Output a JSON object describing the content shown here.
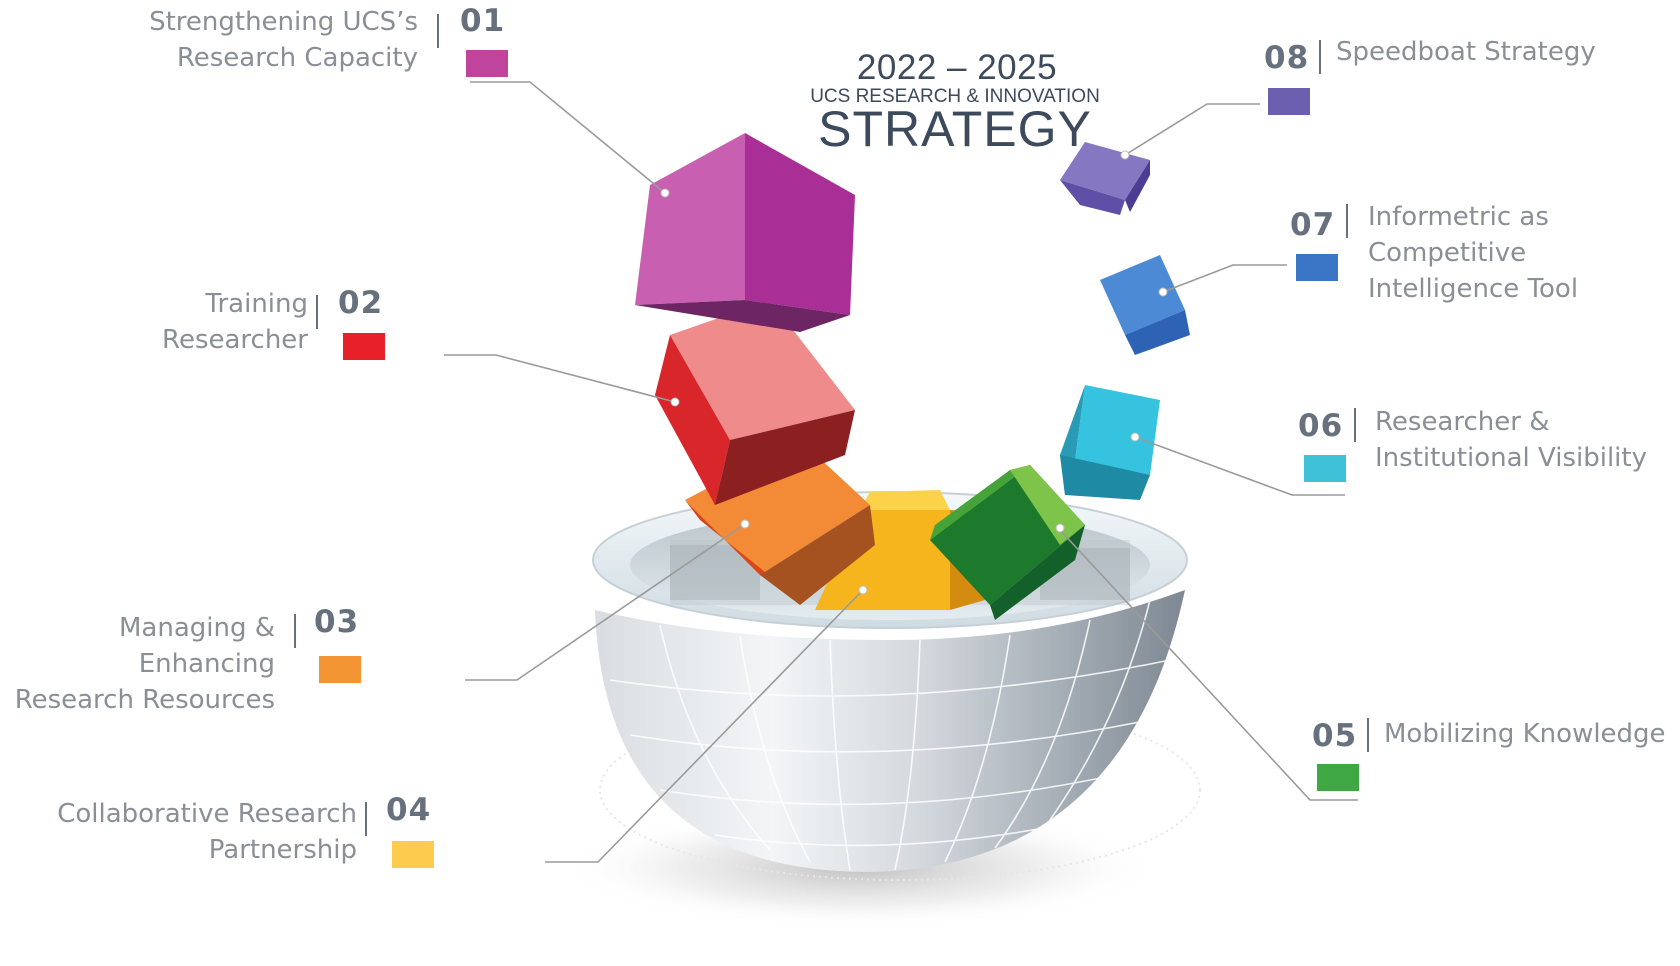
{
  "title": {
    "years": "2022 – 2025",
    "subtitle": "UCS RESEARCH & INNOVATION",
    "main": "STRATEGY"
  },
  "items": [
    {
      "number": "01",
      "lines": [
        "Strengthening UCS’s",
        "Research Capacity"
      ],
      "color": "#c0449c"
    },
    {
      "number": "02",
      "lines": [
        "Training",
        "Researcher"
      ],
      "color": "#e8202a"
    },
    {
      "number": "03",
      "lines": [
        "Managing &",
        "Enhancing",
        "Research Resources"
      ],
      "color": "#f39433"
    },
    {
      "number": "04",
      "lines": [
        "Collaborative Research",
        "Partnership"
      ],
      "color": "#fdcb4d"
    },
    {
      "number": "05",
      "lines": [
        "Mobilizing Knowledge"
      ],
      "color": "#3fa843"
    },
    {
      "number": "06",
      "lines": [
        "Researcher &",
        "Institutional Visibility"
      ],
      "color": "#3fc2d8"
    },
    {
      "number": "07",
      "lines": [
        "Informetric as",
        "Competitive",
        "Intelligence Tool"
      ],
      "color": "#3a75c6"
    },
    {
      "number": "08",
      "lines": [
        "Speedboat Strategy"
      ],
      "color": "#6d5fb0"
    }
  ],
  "colors": {
    "text": "#8a8f96",
    "number": "#67717d",
    "title": "#3d4a5c",
    "connector": "#9a9a9a"
  }
}
